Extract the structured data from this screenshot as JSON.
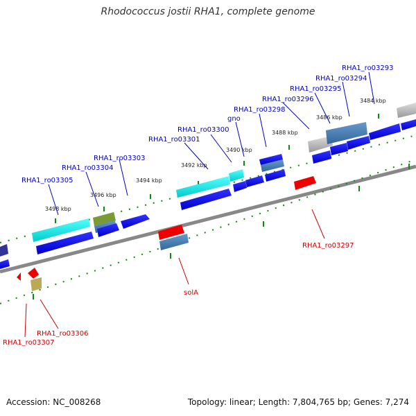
{
  "title": "Rhodococcus jostii RHA1, complete genome",
  "footer": {
    "accession": "Accession: NC_008268",
    "stats": "Topology: linear; Length: 7,804,765 bp; Genes: 7,274"
  },
  "colors": {
    "forward_label": "#0000cc",
    "reverse_label": "#cc0000",
    "backbone": "#888888",
    "tick": "#118811"
  },
  "scale_labels": [
    "3498 kbp",
    "3496 kbp",
    "3494 kbp",
    "3492 kbp",
    "3490 kbp",
    "3488 kbp",
    "3486 kbp",
    "3484 kbp"
  ],
  "forward_genes": [
    "RHA1_ro03305",
    "RHA1_ro03304",
    "RHA1_ro03303",
    "RHA1_ro03301",
    "RHA1_ro03300",
    "gno",
    "RHA1_ro03298",
    "RHA1_ro03296",
    "RHA1_ro03295",
    "RHA1_ro03294",
    "RHA1_ro03293"
  ],
  "reverse_genes": [
    "RHA1_ro03307",
    "RHA1_ro03306",
    "solA",
    "RHA1_ro03297"
  ]
}
